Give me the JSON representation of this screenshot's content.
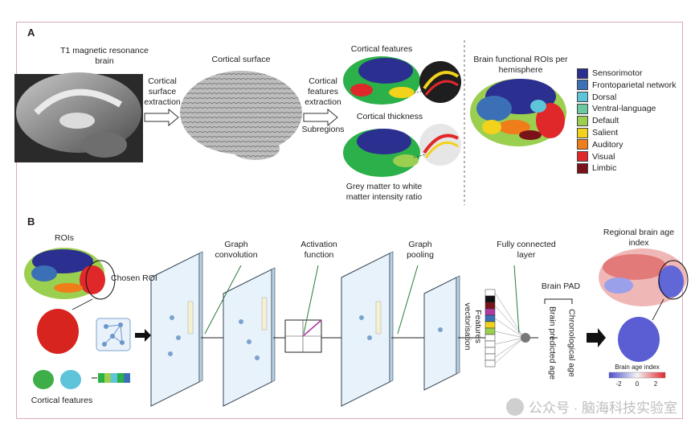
{
  "panel_a": {
    "label": "A",
    "t1_label": "T1 magnetic resonance brain",
    "arrow1_label": "Cortical surface extraction",
    "cortical_surface_label": "Cortical surface",
    "arrow2_label": "Cortical features extraction",
    "subregions_label": "Subregions",
    "cortical_features_label": "Cortical features",
    "cortical_thickness_label": "Cortical thickness",
    "grey_white_label": "Grey matter to white matter intensity ratio",
    "rois_title": "Brain functional ROIs per hemisphere",
    "legend": [
      {
        "label": "Sensorimotor",
        "color": "#2b2f8f"
      },
      {
        "label": "Frontoparietal network",
        "color": "#3b6fb6"
      },
      {
        "label": "Dorsal",
        "color": "#5ec4d9"
      },
      {
        "label": "Ventral-language",
        "color": "#6cc7a3"
      },
      {
        "label": "Default",
        "color": "#9bcf4f"
      },
      {
        "label": "Salient",
        "color": "#f2d21b"
      },
      {
        "label": "Auditory",
        "color": "#ef7d1a"
      },
      {
        "label": "Visual",
        "color": "#e0282b"
      },
      {
        "label": "Limbic",
        "color": "#7a1219"
      }
    ]
  },
  "panel_b": {
    "label": "B",
    "rois_label": "ROIs",
    "chosen_roi_label": "Chosen ROI",
    "cortical_features_label": "Cortical features",
    "graph_convolution_label": "Graph convolution",
    "activation_function_label": "Activation function",
    "graph_pooling_label": "Graph pooling",
    "fully_connected_label": "Fully connected layer",
    "features_vectorisation_label": "Features vectorisation",
    "brain_pad_label": "Brain PAD",
    "brain_predicted_age_label": "Brain predicted age",
    "chronological_age_label": "Chronological age",
    "regional_title": "Regional brain age index",
    "colorbar_title": "Brain age index",
    "colorbar_ticks": [
      "-2",
      "0",
      "2"
    ]
  },
  "watermark": "公众号 · 脑海科技实验室"
}
